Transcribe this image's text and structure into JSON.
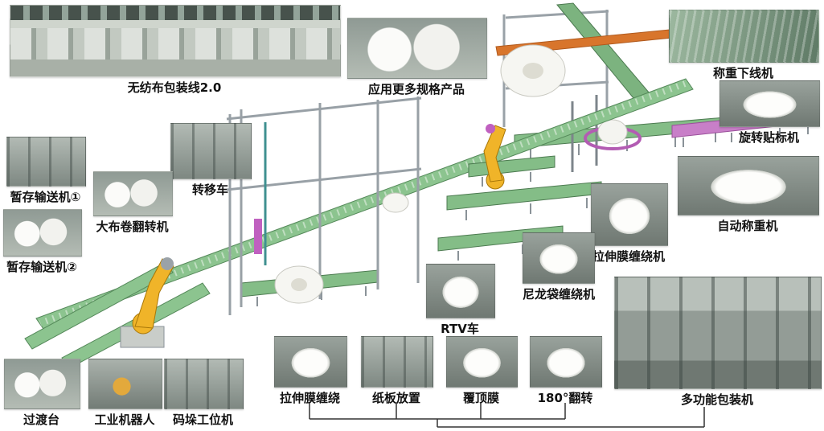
{
  "callouts": {
    "nonwoven_line": {
      "label": "无纺布包装线2.0"
    },
    "more_products": {
      "label": "应用更多规格产品"
    },
    "weigh_offline": {
      "label": "称重下线机"
    },
    "rotary_labeler": {
      "label": "旋转贴标机"
    },
    "auto_weigher": {
      "label": "自动称重机"
    },
    "stretch_wrapper": {
      "label": "拉伸膜缠绕机"
    },
    "nylon_bag_wrapper": {
      "label": "尼龙袋缠绕机"
    },
    "rtv_cart": {
      "label": "RTV车"
    },
    "transfer_cart": {
      "label": "转移车"
    },
    "roll_flipper": {
      "label": "大布卷翻转机"
    },
    "buffer_conveyor_1": {
      "label": "暂存输送机①"
    },
    "buffer_conveyor_2": {
      "label": "暂存输送机②"
    },
    "transition_table": {
      "label": "过渡台"
    },
    "industrial_robot": {
      "label": "工业机器人"
    },
    "palletizing_station": {
      "label": "码垛工位机"
    },
    "stretch_wrap_step": {
      "label": "拉伸膜缠绕"
    },
    "cardboard_step": {
      "label": "纸板放置"
    },
    "top_film_step": {
      "label": "覆顶膜"
    },
    "flip_180_step": {
      "label": "180°翻转"
    },
    "multifunction_packer": {
      "label": "多功能包装机"
    }
  },
  "colors": {
    "background": "#ffffff",
    "label_text": "#111111",
    "conveyor_green": "#84bd87",
    "robot_yellow": "#f0b429",
    "beam_orange": "#d8752c",
    "wrapper_magenta": "#c87fc8",
    "connector_line": "#333333"
  }
}
